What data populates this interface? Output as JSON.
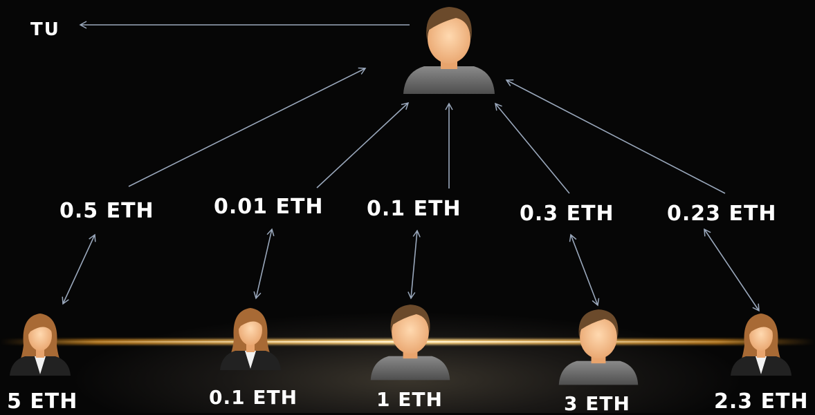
{
  "top_label": "TU",
  "middle_amounts": [
    "0.5 ETH",
    "0.01 ETH",
    "0.1 ETH",
    "0.3 ETH",
    "0.23 ETH"
  ],
  "bottom_amounts": [
    "5 ETH",
    "0.1 ETH",
    "1 ETH",
    "3 ETH",
    "2.3 ETH"
  ],
  "avatars": {
    "top": "male-avatar-icon",
    "bottom": [
      "female-avatar-icon",
      "female-avatar-icon",
      "male-avatar-icon",
      "male-avatar-icon",
      "female-avatar-icon"
    ]
  },
  "colors": {
    "background": "#050505",
    "arrow": "#9aa8bc",
    "glow": "#ffd98a",
    "text": "#ffffff"
  }
}
